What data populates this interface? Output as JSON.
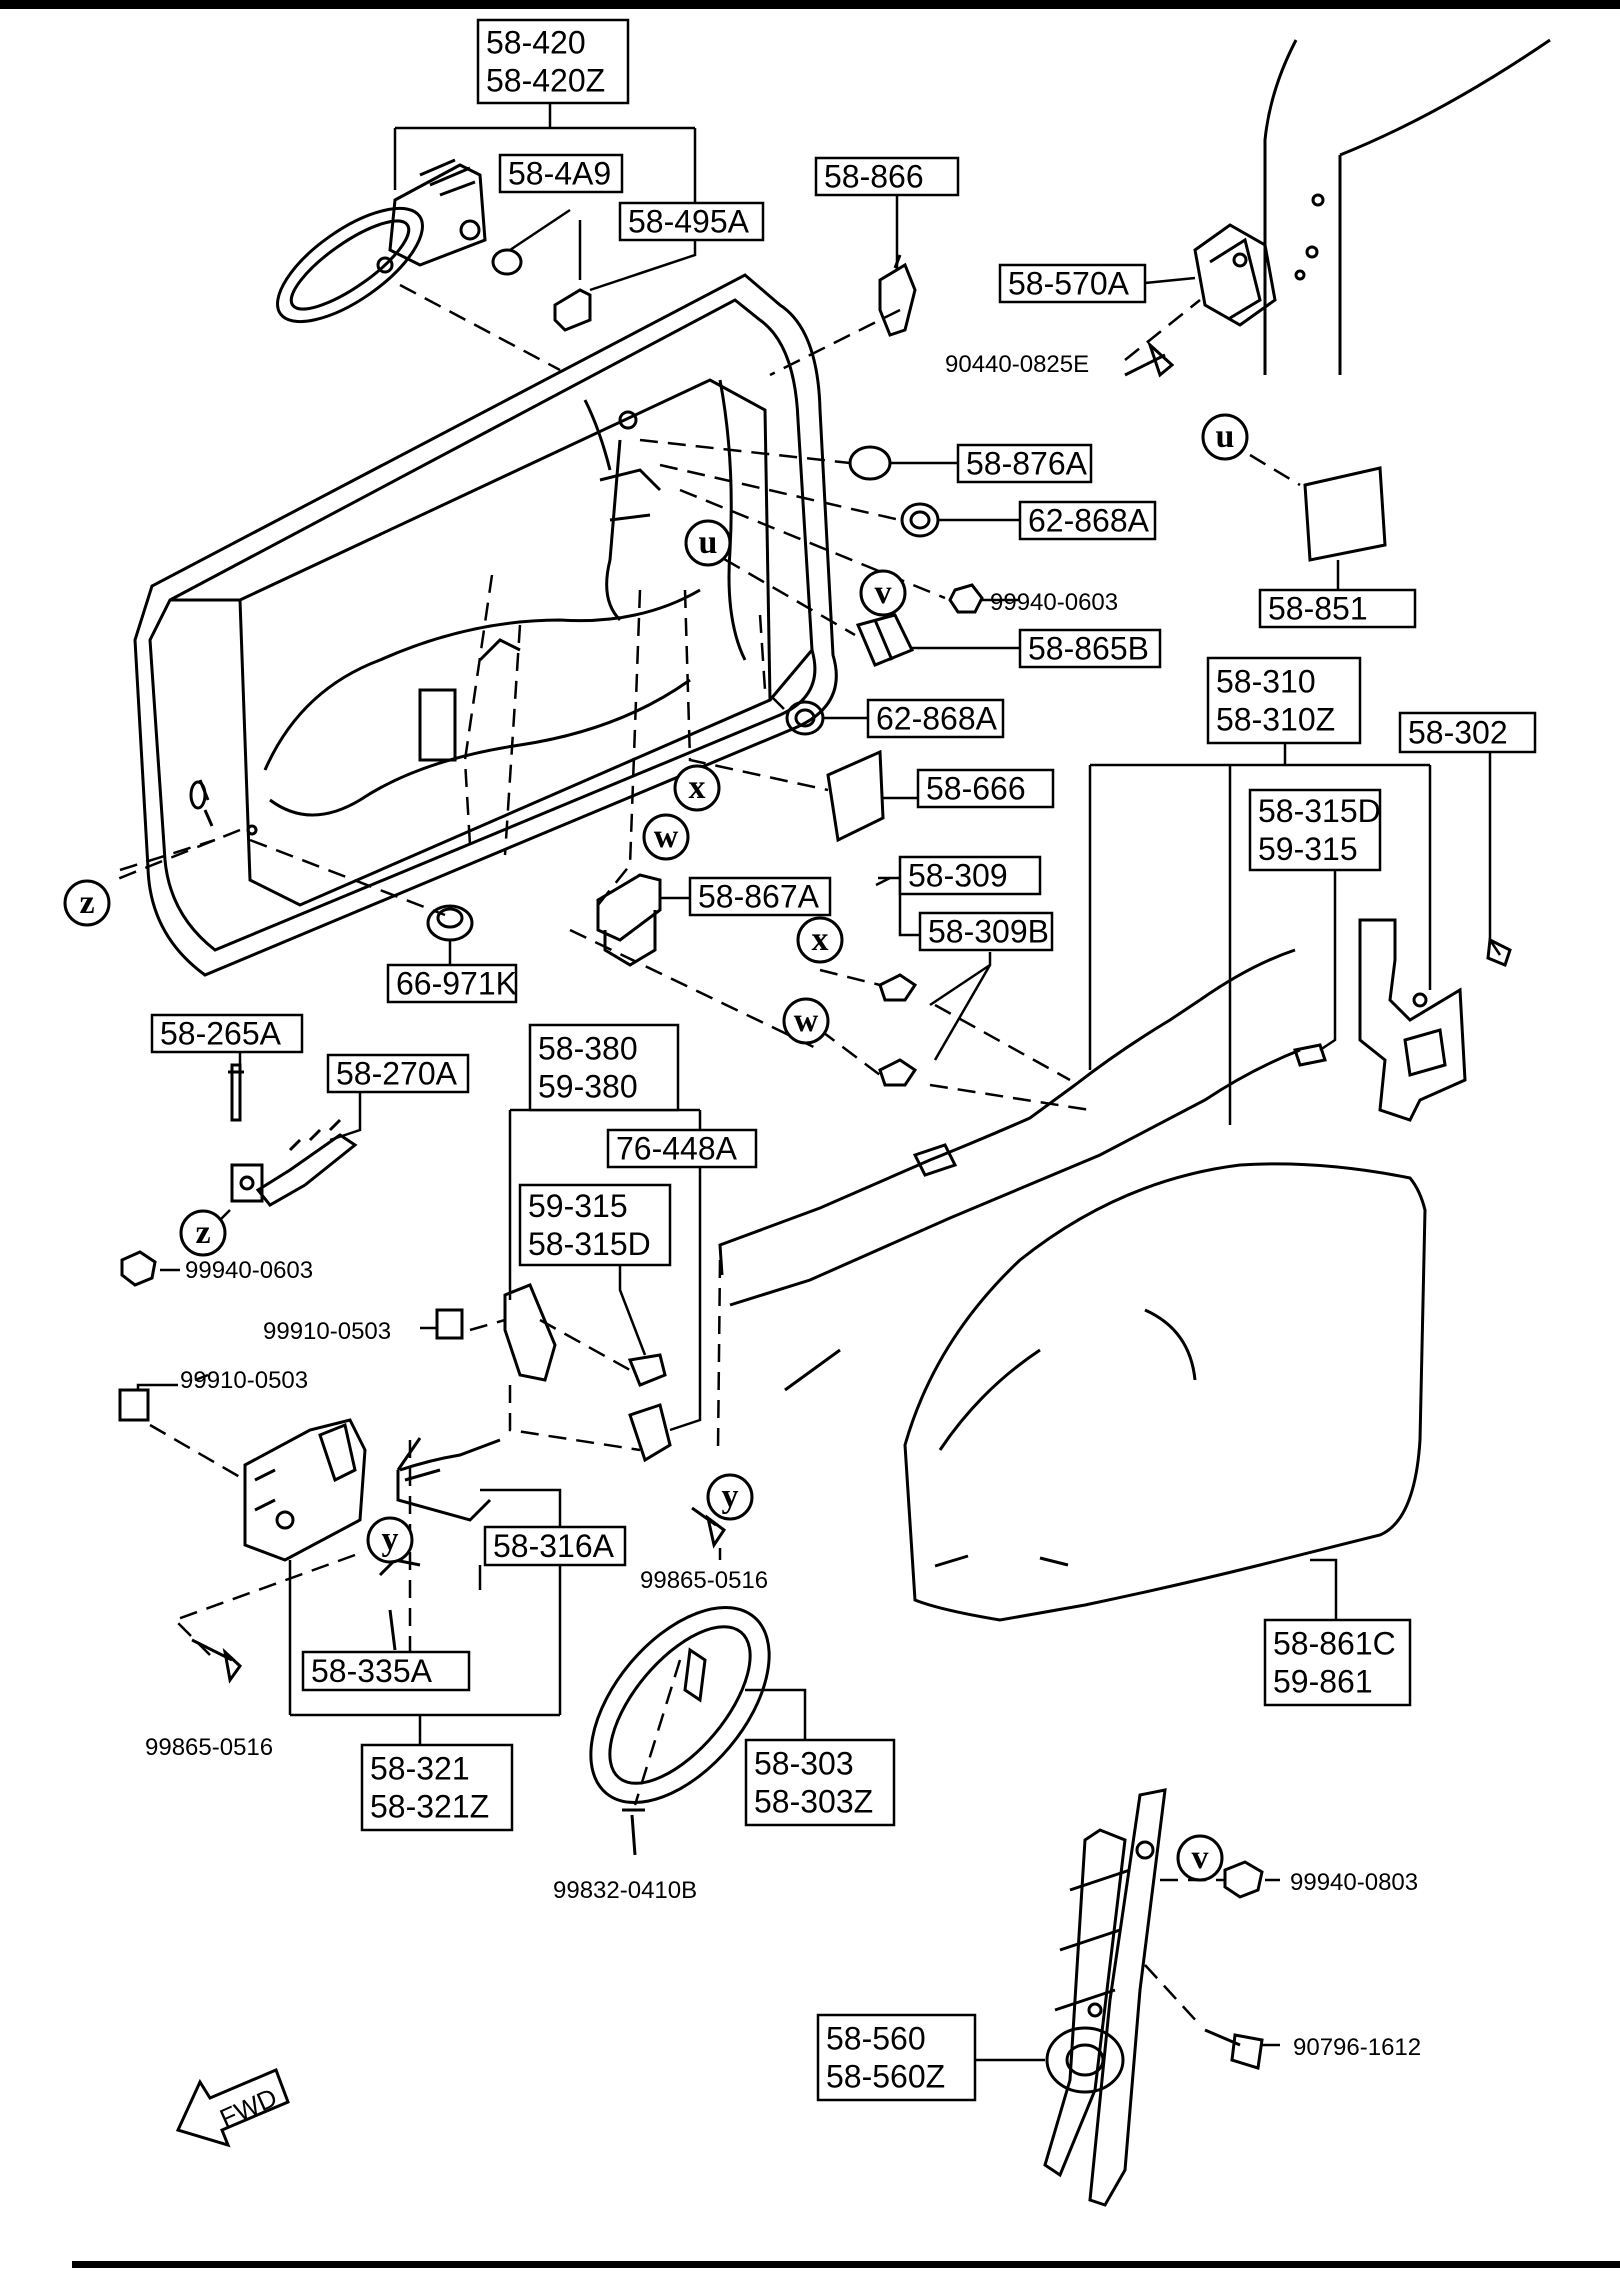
{
  "boxed_labels": {
    "b58_420": [
      "58-420",
      "58-420Z"
    ],
    "b58_4a9": [
      "58-4A9"
    ],
    "b58_495a": [
      "58-495A"
    ],
    "b58_866": [
      "58-866"
    ],
    "b58_570a": [
      "58-570A"
    ],
    "b58_876a": [
      "58-876A"
    ],
    "b62_868a_top": [
      "62-868A"
    ],
    "b58_865b": [
      "58-865B"
    ],
    "b62_868a_mid": [
      "62-868A"
    ],
    "b58_851": [
      "58-851"
    ],
    "b58_310": [
      "58-310",
      "58-310Z"
    ],
    "b58_302": [
      "58-302"
    ],
    "b58_666": [
      "58-666"
    ],
    "b58_315d_top": [
      "58-315D",
      "59-315"
    ],
    "b58_867a": [
      "58-867A"
    ],
    "b58_309": [
      "58-309"
    ],
    "b58_309b": [
      "58-309B"
    ],
    "b66_971k": [
      "66-971K"
    ],
    "b58_265a": [
      "58-265A"
    ],
    "b58_270a": [
      "58-270A"
    ],
    "b58_380": [
      "58-380",
      "59-380"
    ],
    "b76_448a": [
      "76-448A"
    ],
    "b59_315_mid": [
      "59-315",
      "58-315D"
    ],
    "b58_316a": [
      "58-316A"
    ],
    "b58_335a": [
      "58-335A"
    ],
    "b58_321": [
      "58-321",
      "58-321Z"
    ],
    "b58_303": [
      "58-303",
      "58-303Z"
    ],
    "b58_861c": [
      "58-861C",
      "59-861"
    ],
    "b58_560": [
      "58-560",
      "58-560Z"
    ]
  },
  "free_labels": {
    "f90440_0825e": "90440-0825E",
    "f99940_0603_top": "99940-0603",
    "f99940_0603_left": "99940-0603",
    "f99910_0503_a": "99910-0503",
    "f99910_0503_b": "99910-0503",
    "f99865_0516_a": "99865-0516",
    "f99865_0516_b": "99865-0516",
    "f99832_0410b": "99832-0410B",
    "f99940_0803": "99940-0803",
    "f90796_1612": "90796-1612"
  },
  "circle_markers": {
    "u_top": "u",
    "u_right": "u",
    "v_top": "v",
    "v_bottom": "v",
    "x_door": "x",
    "x_lower": "x",
    "w_door": "w",
    "w_lower": "w",
    "z_left": "z",
    "z_lower": "z",
    "y_mid": "y",
    "y_left": "y"
  },
  "fwd_arrow": "FWD"
}
